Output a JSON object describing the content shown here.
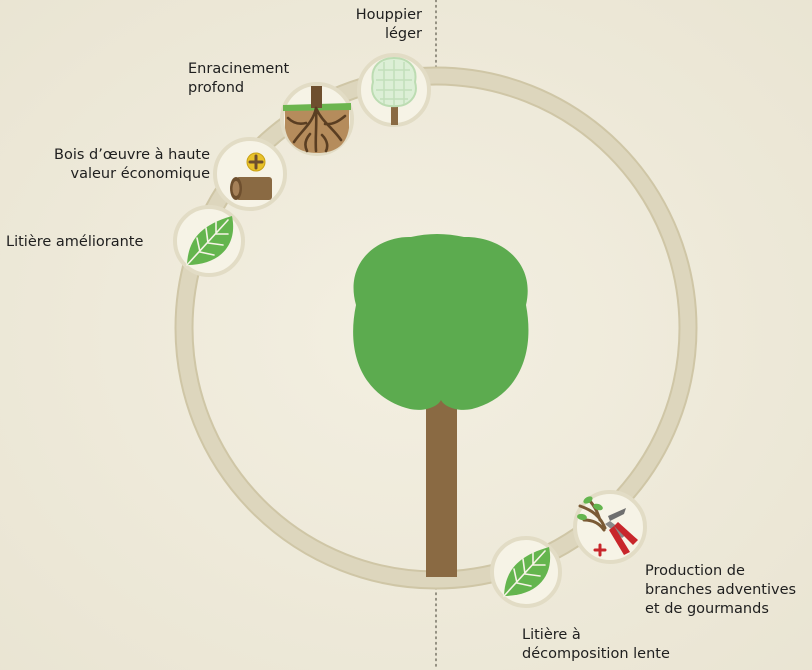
{
  "colors": {
    "background": "#efebdc",
    "ring": "#ddd6bd",
    "ring_edge": "#cfc6a6",
    "crown": "#5cab4f",
    "trunk": "#8a6a43",
    "badge_fill": "#f6f3e6",
    "badge_border": "#e2dcc5",
    "leaf": "#64b54e",
    "leaf_dark": "#3f8f35",
    "root": "#7a5a35",
    "soil": "#b58c5c",
    "log": "#8a6a43",
    "plus_badge": "#e8c12a",
    "pruner_red": "#c8262b"
  },
  "benefits": {
    "houppier": {
      "label": "Houppier\nléger",
      "icon": "light-crown-tree-icon"
    },
    "enracinement": {
      "label": "Enracinement\nprofond",
      "icon": "deep-roots-icon"
    },
    "bois": {
      "label": "Bois d’œuvre à haute\nvaleur économique",
      "icon": "timber-log-icon"
    },
    "litiere_ameliorante": {
      "label": "Litière améliorante",
      "icon": "leaf-icon"
    }
  },
  "drawbacks": {
    "branches": {
      "label": "Production de\nbranches adventives\net de gourmands",
      "icon": "pruning-shears-icon"
    },
    "litiere_lente": {
      "label": "Litière à\ndécomposition lente",
      "icon": "leaf-icon"
    }
  },
  "center": {
    "icon": "broadleaf-tree-icon"
  }
}
